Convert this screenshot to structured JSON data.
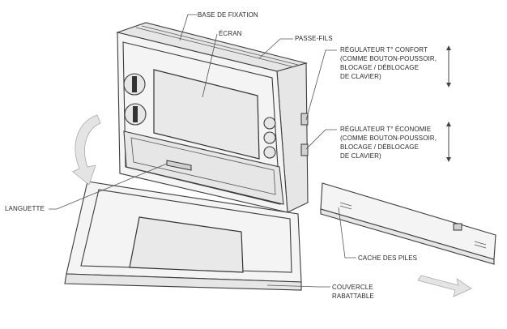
{
  "labels": {
    "base": "BASE DE FIXATION",
    "ecran": "ÉCRAN",
    "passe_fils": "PASSE-FILS",
    "confort": [
      "RÉGULATEUR T° CONFORT",
      "(COMME BOUTON-POUSSOIR,",
      "BLOCAGE / DÉBLOCAGE",
      "DE CLAVIER)"
    ],
    "economie": [
      "RÉGULATEUR T° ÉCONOMIE",
      "(COMME BOUTON-POUSSOIR,",
      "BLOCAGE / DÉBLOCAGE",
      "DE CLAVIER)"
    ],
    "languette": "LANGUETTE",
    "cache": "CACHE DES PILES",
    "couvercle": [
      "COUVERCLE",
      "RABATTABLE"
    ]
  },
  "icons": [
    "up-down-arrow-icon",
    "rotate-arrow-icon",
    "slide-arrow-icon"
  ]
}
